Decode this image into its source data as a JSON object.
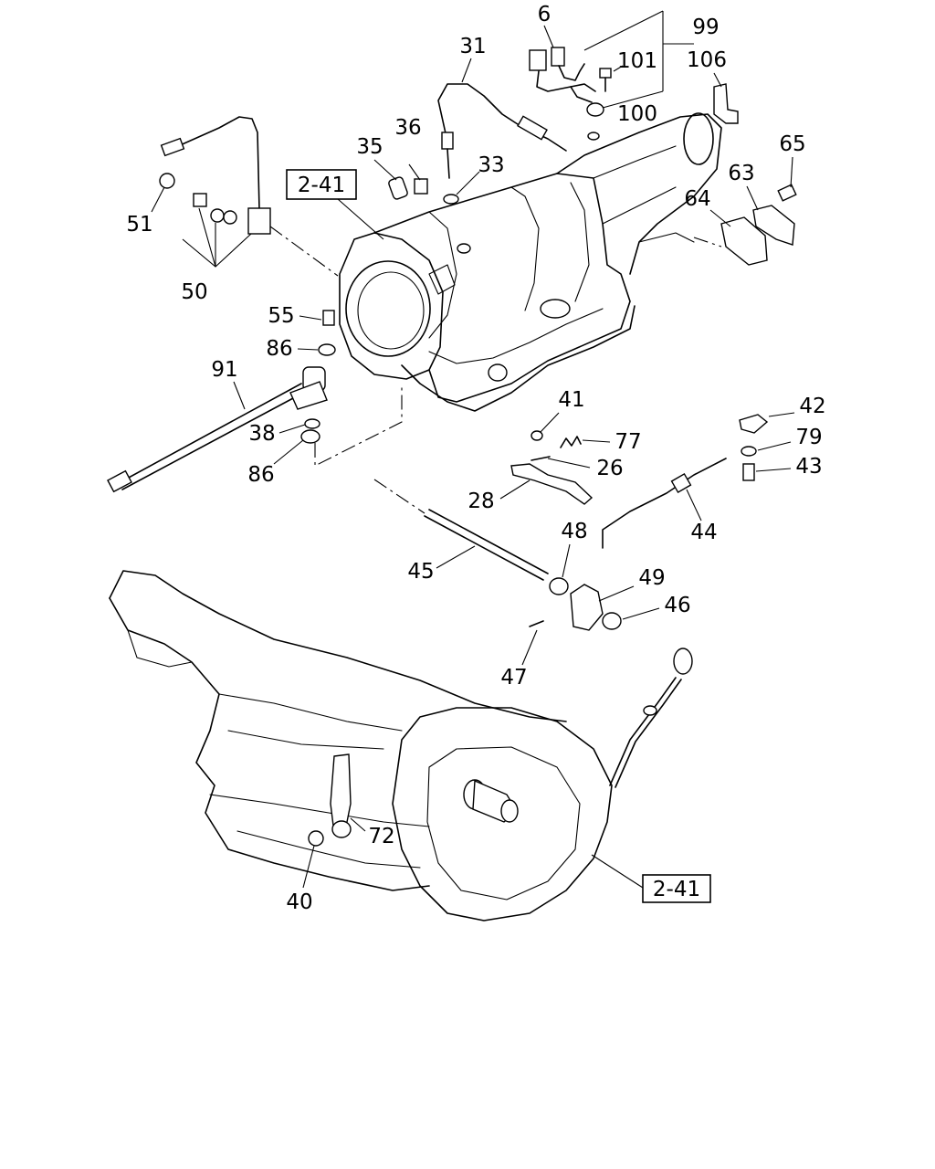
{
  "diagram": {
    "refs": [
      "2-41",
      "2-41"
    ],
    "callouts": [
      "6",
      "99",
      "31",
      "101",
      "106",
      "36",
      "100",
      "35",
      "33",
      "65",
      "63",
      "64",
      "51",
      "50",
      "55",
      "86",
      "91",
      "41",
      "42",
      "77",
      "79",
      "26",
      "43",
      "38",
      "86",
      "28",
      "44",
      "48",
      "45",
      "49",
      "46",
      "47",
      "72",
      "40"
    ]
  }
}
